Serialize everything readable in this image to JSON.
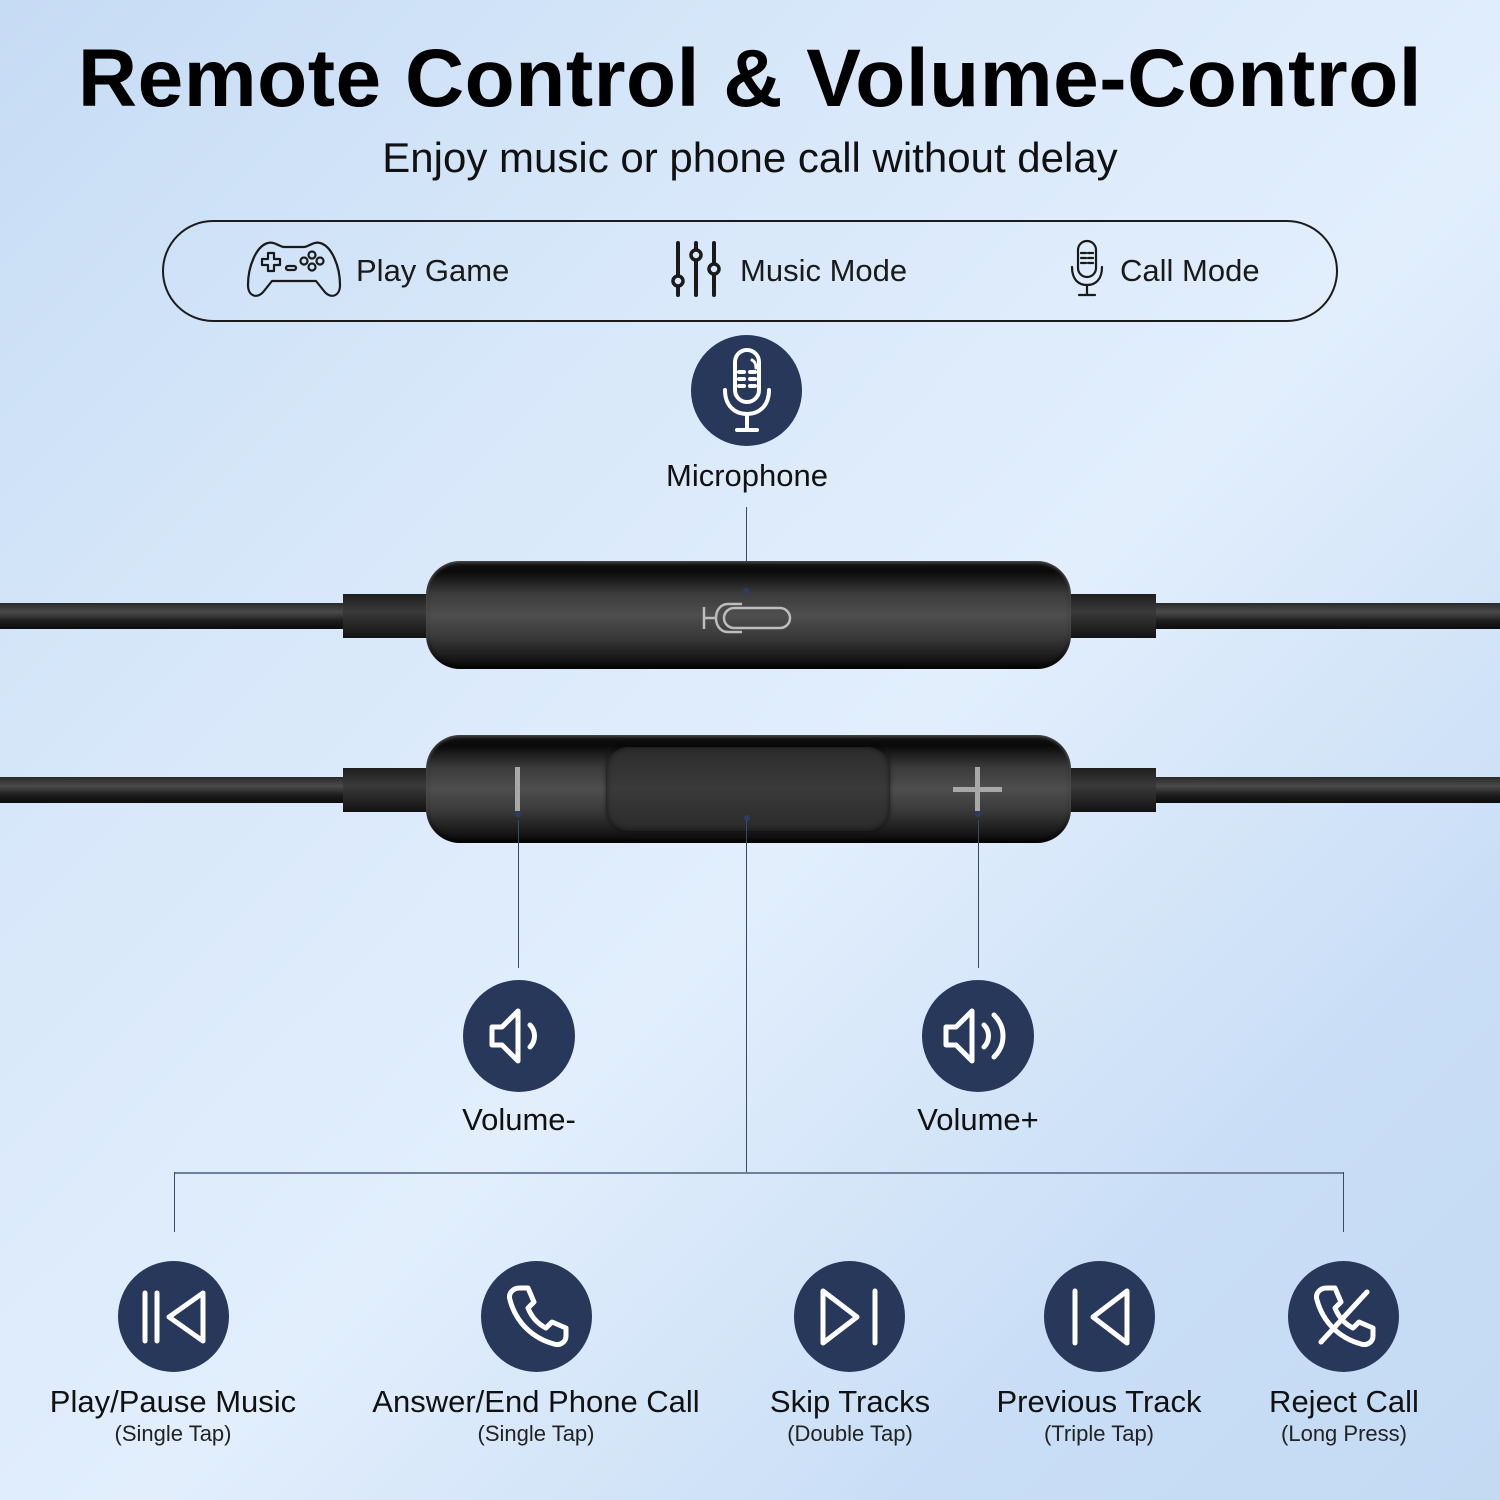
{
  "header": {
    "title": "Remote Control & Volume-Control",
    "subtitle": "Enjoy music or phone call without delay"
  },
  "modes": [
    {
      "label": "Play Game",
      "icon": "gamepad-icon"
    },
    {
      "label": "Music Mode",
      "icon": "equalizer-sliders-icon"
    },
    {
      "label": "Call Mode",
      "icon": "microphone-icon"
    }
  ],
  "microphone": {
    "label": "Microphone",
    "icon": "microphone-icon"
  },
  "volume": [
    {
      "label": "Volume-",
      "icon": "speaker-low-icon",
      "button_symbol": "−"
    },
    {
      "label": "Volume+",
      "icon": "speaker-high-icon",
      "button_symbol": "+"
    }
  ],
  "functions": [
    {
      "label": "Play/Pause Music",
      "action": "(Single Tap)",
      "icon": "play-pause-icon"
    },
    {
      "label": "Answer/End Phone Call",
      "action": "(Single Tap)",
      "icon": "phone-icon"
    },
    {
      "label": "Skip Tracks",
      "action": "(Double Tap)",
      "icon": "skip-next-icon"
    },
    {
      "label": "Previous Track",
      "action": "(Triple Tap)",
      "icon": "skip-previous-icon"
    },
    {
      "label": "Reject Call",
      "action": "(Long Press)",
      "icon": "phone-reject-icon"
    }
  ],
  "colors": {
    "icon_bubble": "#28385a",
    "background_light": "#e2eefc",
    "background_dark": "#c4daf3",
    "remote_body": "#3b3b3b"
  }
}
